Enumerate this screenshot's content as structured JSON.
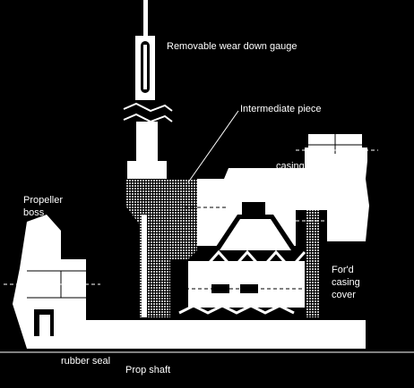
{
  "labels": {
    "gauge": "Removable wear down gauge",
    "intermediate": "Intermediate piece",
    "casing": "casing",
    "boss_line1": "Propeller",
    "boss_line2": "boss",
    "cover_line1": "For'd",
    "cover_line2": "casing",
    "cover_line3": "cover",
    "seal": "rubber seal",
    "shaft": "Prop shaft"
  },
  "colors": {
    "background": "#000000",
    "metal": "#ffffff",
    "hatch": "#c0c0c0",
    "line": "#ffffff"
  }
}
